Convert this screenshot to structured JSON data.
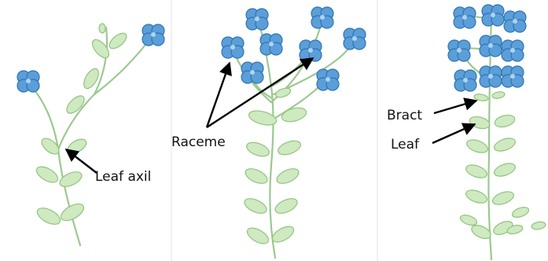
{
  "figure": {
    "panels": [
      {
        "name": "left-plant",
        "label": "Leaf axil"
      },
      {
        "name": "middle-plant",
        "label": "Raceme"
      },
      {
        "name": "right-plant",
        "labels": [
          "Bract",
          "Leaf"
        ]
      }
    ]
  },
  "colors": {
    "background": "#ffffff",
    "stem": "#9cc98f",
    "leaf_fill": "#cfe9c0",
    "leaf_edge": "#8fc47f",
    "flower_fill": "#5b9ed8",
    "flower_edge": "#2f74b5",
    "flower_center": "#aed3f1",
    "arrow": "#000000",
    "text": "#111111",
    "divider": "#f1f1f1"
  }
}
